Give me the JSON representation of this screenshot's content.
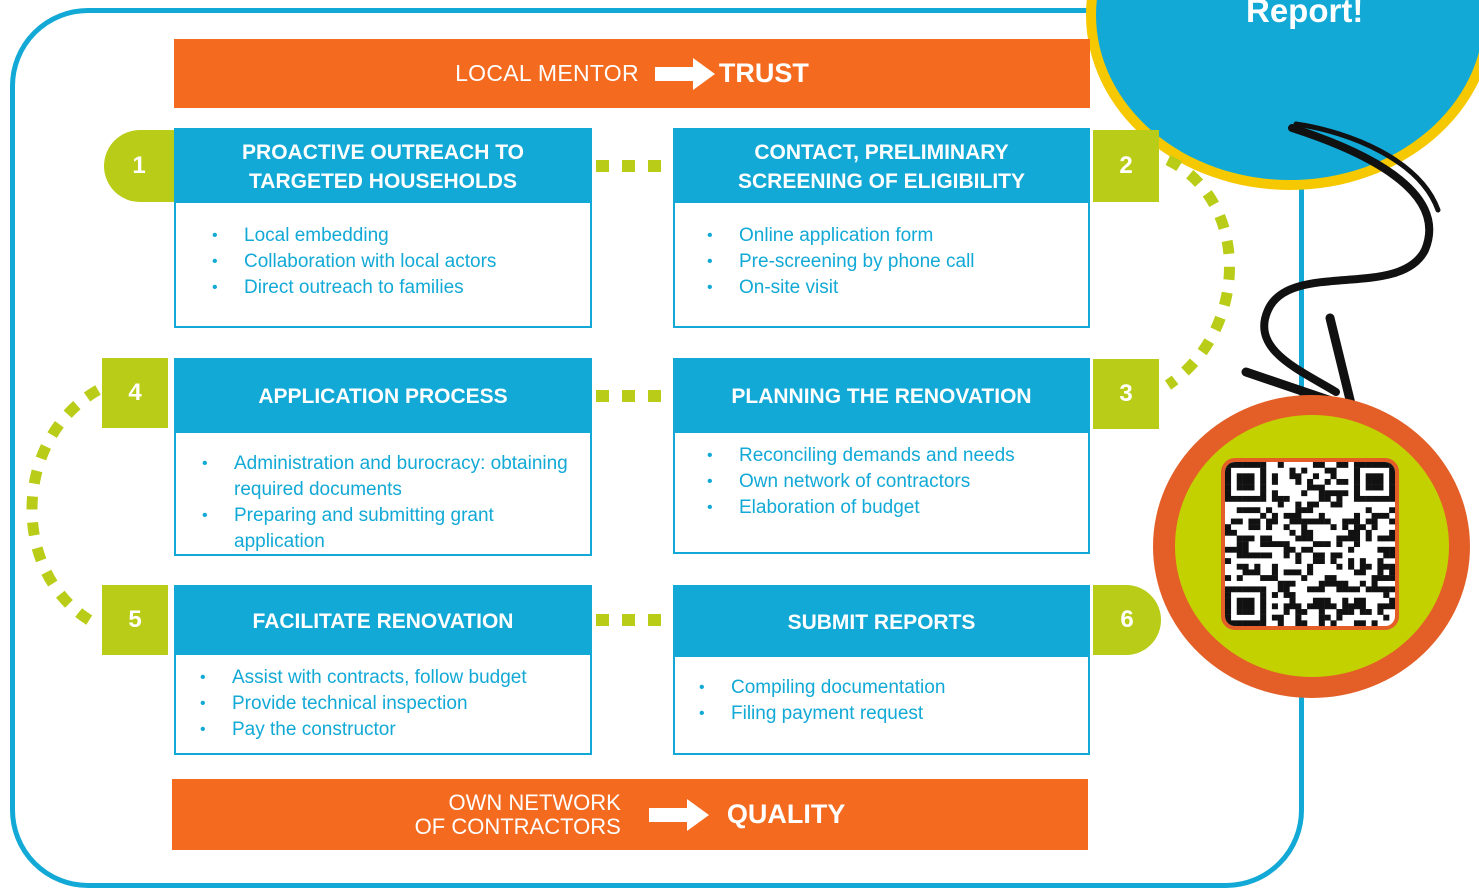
{
  "top_banner": {
    "label": "LOCAL MENTOR",
    "result": "TRUST"
  },
  "bottom_banner": {
    "label_line1": "OWN NETWORK",
    "label_line2": "OF CONTRACTORS",
    "result": "QUALITY"
  },
  "callout": {
    "text": "Report!"
  },
  "steps": [
    {
      "number": "1",
      "title_line1": "PROACTIVE OUTREACH TO",
      "title_line2": "TARGETED HOUSEHOLDS",
      "bullets": [
        "Local embedding",
        "Collaboration with local actors",
        "Direct outreach to families"
      ]
    },
    {
      "number": "2",
      "title_line1": "CONTACT, PRELIMINARY",
      "title_line2": "SCREENING OF ELIGIBILITY",
      "bullets": [
        "Online application form",
        "Pre-screening by phone call",
        "On-site visit"
      ]
    },
    {
      "number": "3",
      "title_line1": "PLANNING THE RENOVATION",
      "title_line2": "",
      "bullets": [
        "Reconciling demands and needs",
        "Own network of contractors",
        "Elaboration of budget"
      ]
    },
    {
      "number": "4",
      "title_line1": "APPLICATION PROCESS",
      "title_line2": "",
      "bullets": [
        "Administration and burocracy: obtaining required documents",
        "Preparing and submitting grant application"
      ]
    },
    {
      "number": "5",
      "title_line1": "FACILITATE RENOVATION",
      "title_line2": "",
      "bullets": [
        "Assist with contracts, follow budget",
        "Provide technical inspection",
        "Pay the constructor"
      ]
    },
    {
      "number": "6",
      "title_line1": "SUBMIT REPORTS",
      "title_line2": "",
      "bullets": [
        "Compiling documentation",
        "Filing payment request"
      ]
    }
  ],
  "colors": {
    "blue": "#12a9d6",
    "orange": "#f46a1f",
    "green": "#b9cc18",
    "yellow": "#f6c800"
  },
  "qr": {
    "icon": "qr-code-icon"
  }
}
